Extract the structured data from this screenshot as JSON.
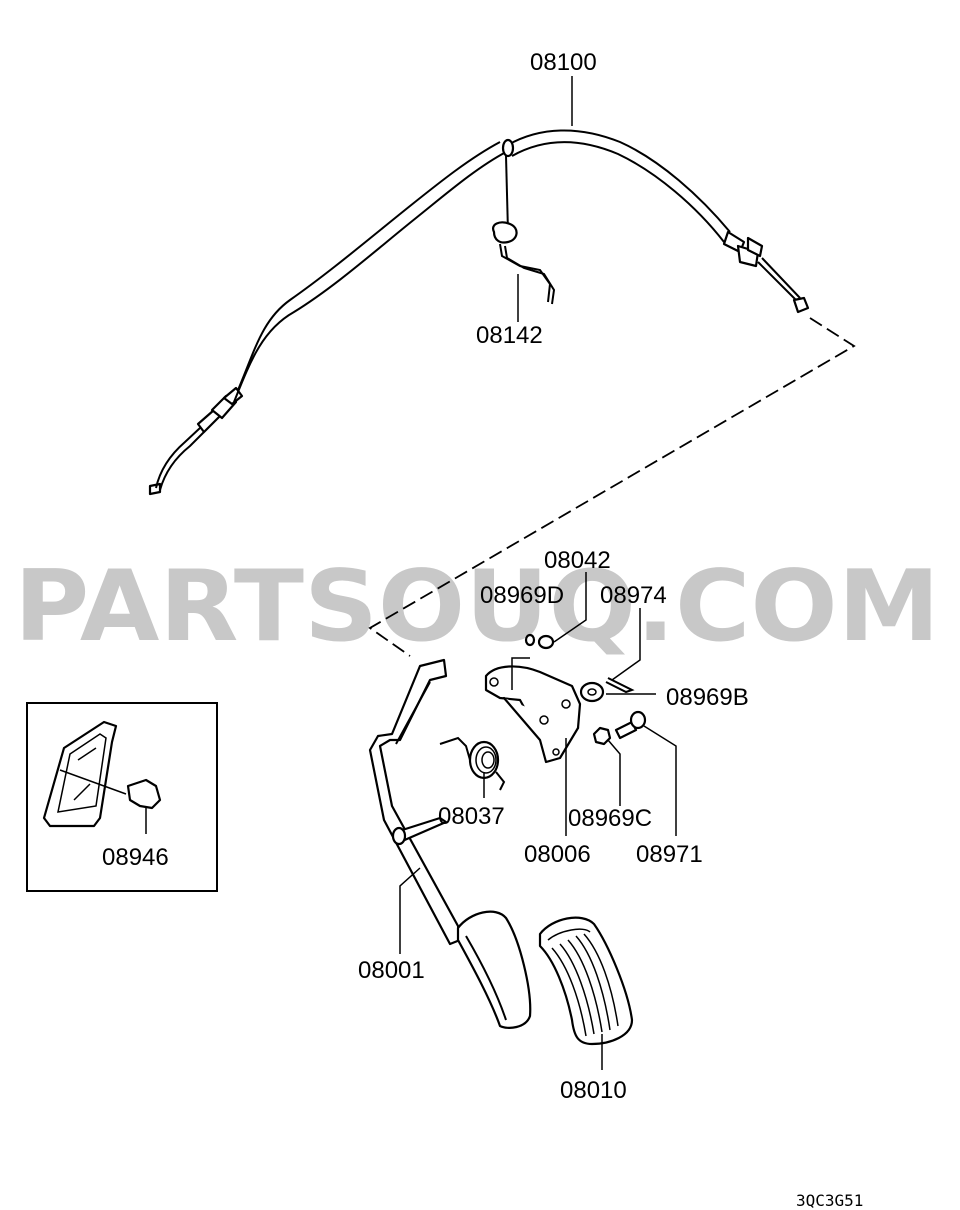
{
  "watermark": "PARTSOUQ.COM",
  "diagram_code": "3QC3G51",
  "parts": {
    "p08100": "08100",
    "p08142": "08142",
    "p08042": "08042",
    "p08969D": "08969D",
    "p08974": "08974",
    "p08969B": "08969B",
    "p08037": "08037",
    "p08969C": "08969C",
    "p08971": "08971",
    "p08006": "08006",
    "p08946": "08946",
    "p08001": "08001",
    "p08010": "08010"
  }
}
